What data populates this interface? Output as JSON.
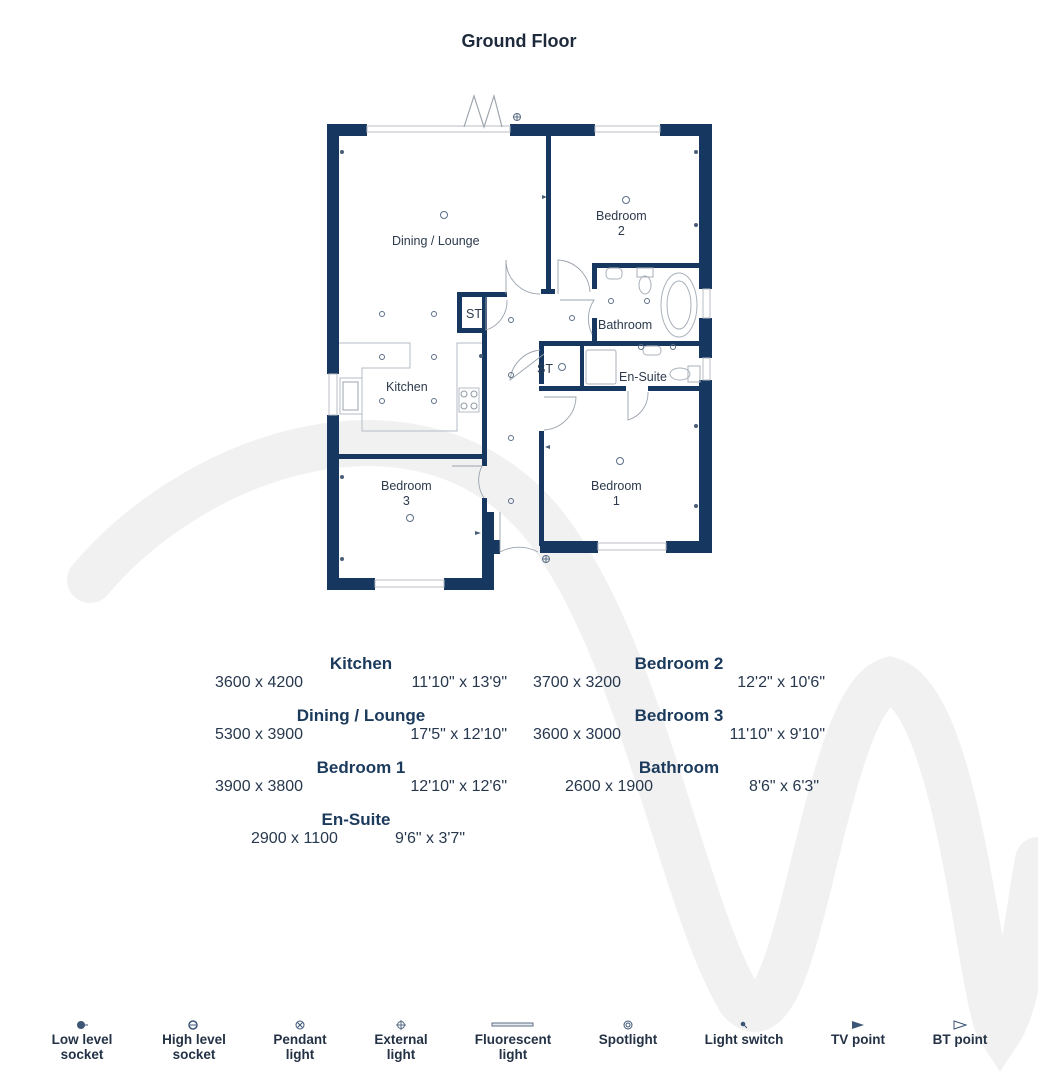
{
  "title": "Ground Floor",
  "colors": {
    "wall": "#163760",
    "text": "#1b3a5c",
    "fixture": "#9aa3ad",
    "swoosh": "#f1f1f2"
  },
  "rooms": {
    "dining_lounge": "Dining / Lounge",
    "bedroom2": {
      "line1": "Bedroom",
      "line2": "2"
    },
    "bathroom": "Bathroom",
    "kitchen": "Kitchen",
    "st_upper": "ST",
    "st_lower": "ST",
    "ensuite": "En-Suite",
    "bedroom1": {
      "line1": "Bedroom",
      "line2": "1"
    },
    "bedroom3": {
      "line1": "Bedroom",
      "line2": "3"
    }
  },
  "dimensions": {
    "left": [
      {
        "name": "Kitchen",
        "metric": "3600 x 4200",
        "imperial": "11'10\" x 13'9\""
      },
      {
        "name": "Dining / Lounge",
        "metric": "5300 x 3900",
        "imperial": "17'5\" x 12'10\""
      },
      {
        "name": "Bedroom 1",
        "metric": "3900 x 3800",
        "imperial": "12'10\" x 12'6\""
      },
      {
        "name": "En-Suite",
        "metric": "2900 x 1100",
        "imperial": "9'6\" x 3'7\""
      }
    ],
    "right": [
      {
        "name": "Bedroom 2",
        "metric": "3700 x 3200",
        "imperial": "12'2\" x 10'6\""
      },
      {
        "name": "Bedroom 3",
        "metric": "3600 x 3000",
        "imperial": "11'10\" x 9'10\""
      },
      {
        "name": "Bathroom",
        "metric": "2600 x 1900",
        "imperial": "8'6\" x 6'3\""
      }
    ]
  },
  "legend": [
    {
      "icon": "low-level-socket-icon",
      "label1": "Low level",
      "label2": "socket"
    },
    {
      "icon": "high-level-socket-icon",
      "label1": "High level",
      "label2": "socket"
    },
    {
      "icon": "pendant-light-icon",
      "label1": "Pendant",
      "label2": "light"
    },
    {
      "icon": "external-light-icon",
      "label1": "External",
      "label2": "light"
    },
    {
      "icon": "fluorescent-light-icon",
      "label1": "Fluorescent",
      "label2": "light"
    },
    {
      "icon": "spotlight-icon",
      "label1": "Spotlight",
      "label2": ""
    },
    {
      "icon": "light-switch-icon",
      "label1": "Light switch",
      "label2": ""
    },
    {
      "icon": "tv-point-icon",
      "label1": "TV point",
      "label2": ""
    },
    {
      "icon": "bt-point-icon",
      "label1": "BT point",
      "label2": ""
    }
  ]
}
